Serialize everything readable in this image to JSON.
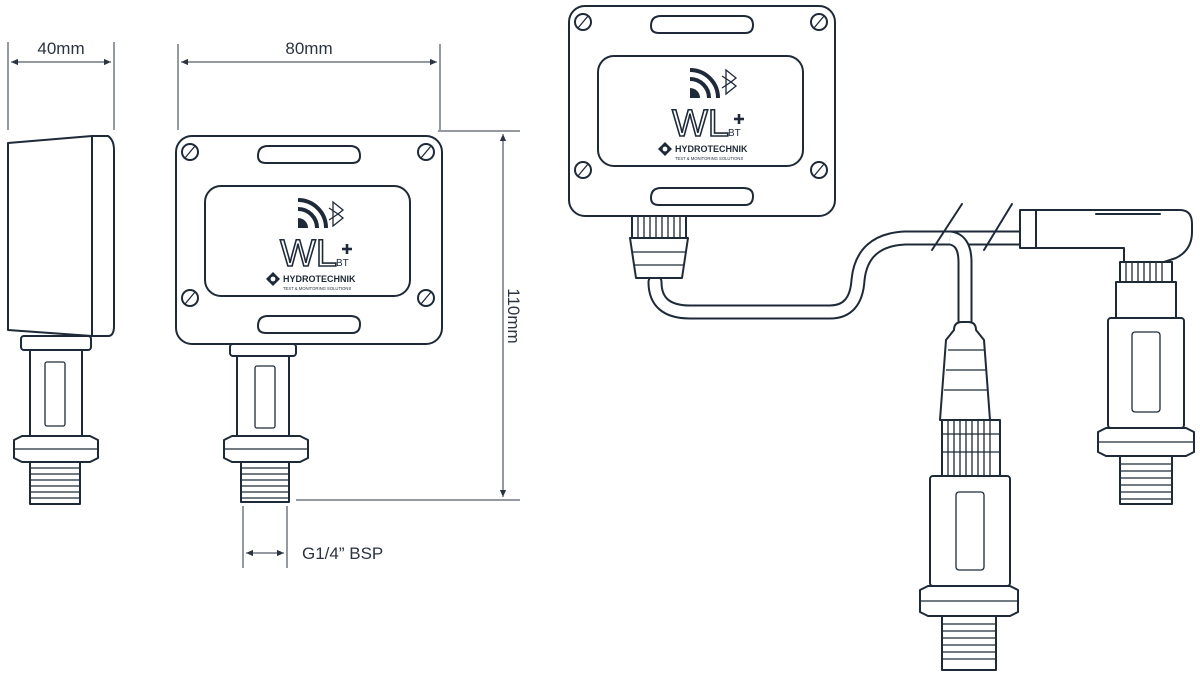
{
  "dimensions": {
    "depth": "40mm",
    "width": "80mm",
    "height": "110mm",
    "thread": "G1/4” BSP"
  },
  "label": {
    "product": "WL",
    "suffix": "BT",
    "brand": "HYDROTECHNIK",
    "tagline": "TEST & MONITORING SOLUTIONS"
  },
  "icons": [
    "wireless-signal-icon",
    "bluetooth-icon",
    "plus-icon",
    "hydrotechnik-logo-icon",
    "screw-icon"
  ],
  "colors": {
    "line": "#1f2a38",
    "background": "#ffffff"
  }
}
